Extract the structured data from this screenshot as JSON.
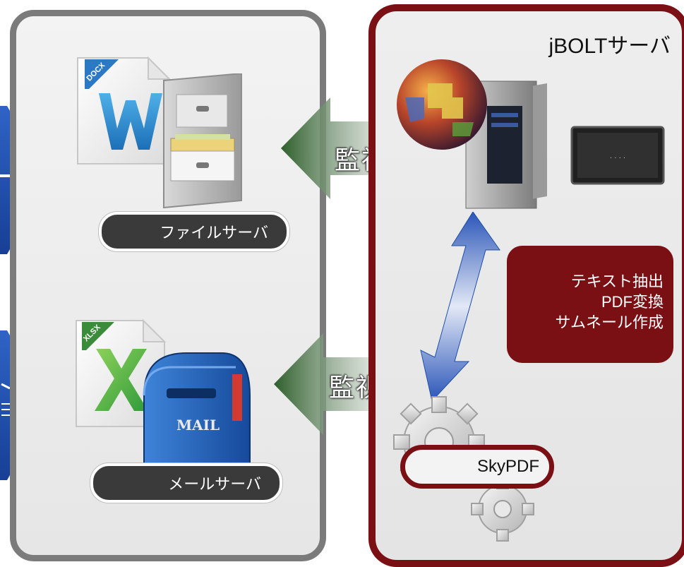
{
  "left_panel": {
    "file_server_label": "ファイルサーバ",
    "mail_server_label": "メールサーバ",
    "docx_badge": "DOCX",
    "xlsx_badge": "XLSX",
    "mailbox_text": "MAIL"
  },
  "right_panel": {
    "title": "jBOLTサーバ",
    "skypdf_label": "SkyPDF",
    "process_lines": [
      "テキスト抽出",
      "PDF変換",
      "サムネール作成"
    ]
  },
  "watch_labels": [
    "監視",
    "監視"
  ],
  "colors": {
    "accent_red": "#7a0f14",
    "panel_border_gray": "#7b7b7b",
    "arrow_blue": "#1f4fa8",
    "arrow_green": "#3f6f3c",
    "pill_dark": "#3a3a3a"
  }
}
